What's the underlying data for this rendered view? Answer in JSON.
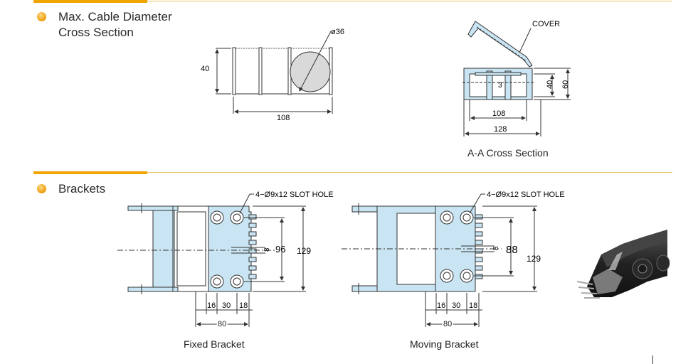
{
  "section1": {
    "title_line1": "Max. Cable Diameter",
    "title_line2": "Cross Section"
  },
  "section2": {
    "title": "Brackets"
  },
  "cross_section": {
    "diameter_label": "ø36",
    "height_label": "40",
    "width_label": "108"
  },
  "aa_section": {
    "cover_label": "COVER",
    "inner_label": "3",
    "dim40": "40",
    "dim60": "60",
    "dim108": "108",
    "dim128": "128",
    "caption": "A-A Cross Section"
  },
  "fixed_bracket": {
    "slot_label": "4−Ø9x12 SLOT HOLE",
    "dim_small": "8",
    "dim96": "96",
    "dim129": "129",
    "dim16": "16",
    "dim30": "30",
    "dim18": "18",
    "dim80": "80",
    "caption": "Fixed Bracket"
  },
  "moving_bracket": {
    "slot_label": "4−Ø9x12 SLOT HOLE",
    "dim_small": "8",
    "dim88": "88",
    "dim129": "129",
    "dim16": "16",
    "dim30": "30",
    "dim18": "18",
    "dim80": "80",
    "caption": "Moving Bracket"
  },
  "colors": {
    "accent": "#f0a500",
    "bracket_fill": "#c9e4f2",
    "line": "#333333"
  }
}
